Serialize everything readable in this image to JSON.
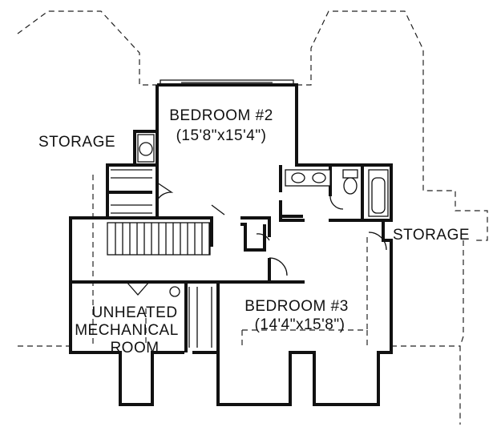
{
  "labels": {
    "storage_left": "STORAGE",
    "bedroom2_name": "BEDROOM #2",
    "bedroom2_size": "(15'8\"x15'4\")",
    "storage_right": "STORAGE",
    "unheated_line1": "UNHEATED",
    "unheated_line2": "MECHANICAL",
    "unheated_line3": "ROOM",
    "bedroom3_name": "BEDROOM #3",
    "bedroom3_size": "(14'4\"x15'8\")"
  }
}
